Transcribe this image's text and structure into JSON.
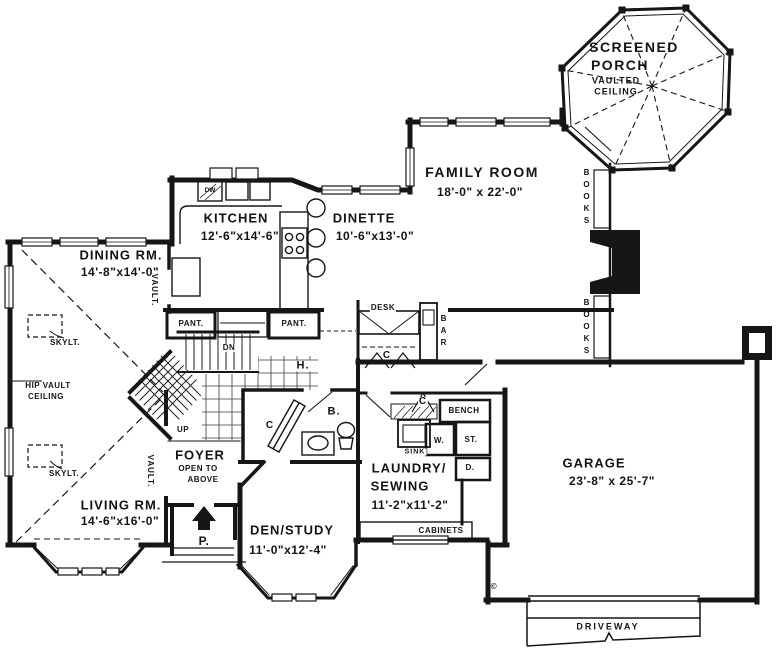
{
  "plan": {
    "rooms": {
      "screened_porch": {
        "name_line1": "SCREENED",
        "name_line2": "PORCH",
        "note_line1": "VAULTED",
        "note_line2": "CEILING"
      },
      "family_room": {
        "name": "FAMILY ROOM",
        "dims": "18'-0\" x 22'-0\""
      },
      "kitchen": {
        "name": "KITCHEN",
        "dims": "12'-6\"x14'-6\""
      },
      "dinette": {
        "name": "DINETTE",
        "dims": "10'-6\"x13'-0\""
      },
      "dining_room": {
        "name": "DINING RM.",
        "dims": "14'-8\"x14'-0\""
      },
      "living_room": {
        "name": "LIVING RM.",
        "dims": "14'-6\"x16'-0\""
      },
      "foyer": {
        "name": "FOYER",
        "note_line1": "OPEN TO",
        "note_line2": "ABOVE"
      },
      "den_study": {
        "name": "DEN/STUDY",
        "dims": "11'-0\"x12'-4\""
      },
      "laundry": {
        "name_line1": "LAUNDRY/",
        "name_line2": "SEWING",
        "dims": "11'-2\"x11'-2\""
      },
      "garage": {
        "name": "GARAGE",
        "dims": "23'-8\" x 25'-7\""
      },
      "driveway": {
        "name": "DRIVEWAY"
      }
    },
    "annotations": {
      "hip_vault_line1": "HIP VAULT",
      "hip_vault_line2": "CEILING",
      "skylight1": "SKYLT.",
      "skylight2": "SKYLT.",
      "vault1": "VAULT.",
      "vault2": "VAULT.",
      "pantry1": "PANT.",
      "pantry2": "PANT.",
      "stairs_down": "DN",
      "stairs_up": "UP",
      "hall": "H.",
      "bath": "B.",
      "closet_bath": "C",
      "closet_desk": "C",
      "closet_laundry": "C",
      "desk": "DESK",
      "bar": "BAR",
      "bench": "BENCH",
      "sink": "SINK",
      "washer": "W.",
      "storage": "ST.",
      "dryer": "D.",
      "cabinets": "CABINETS",
      "books_top": "BOOKS",
      "books_bottom": "BOOKS",
      "dishwasher": "DW",
      "porch_stoop": "P.",
      "copyright": "©"
    },
    "colors": {
      "ink": "#161616",
      "paper": "#ffffff"
    }
  }
}
